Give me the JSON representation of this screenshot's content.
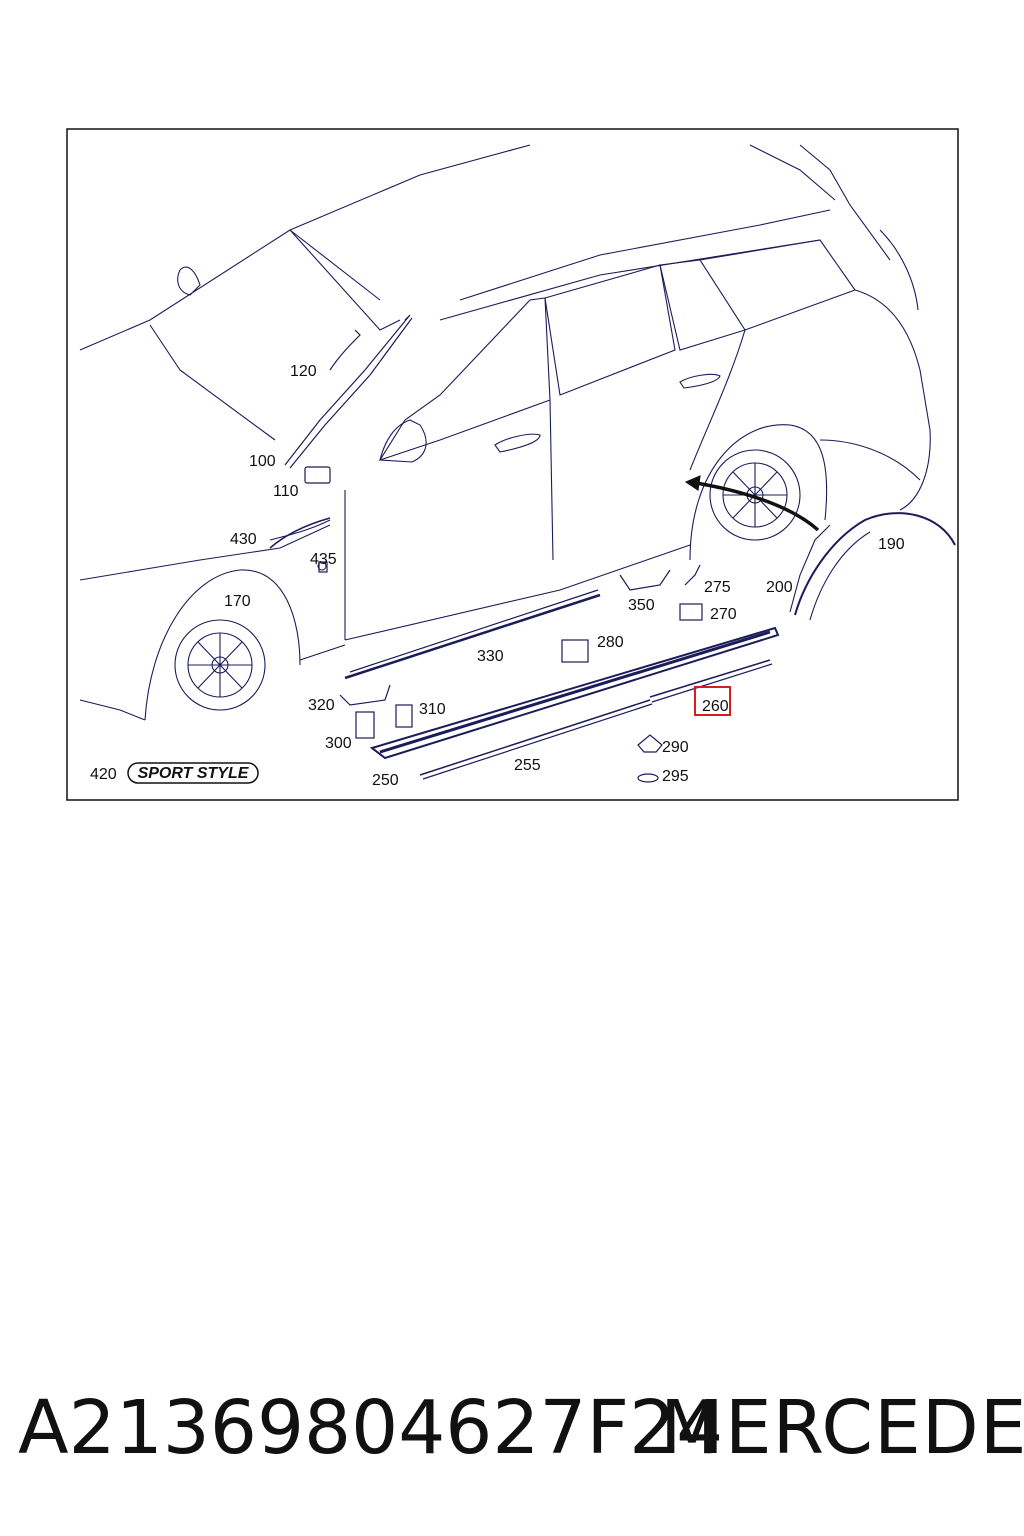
{
  "diagram": {
    "callouts": {
      "c120": "120",
      "c100": "100",
      "c110": "110",
      "c430": "430",
      "c435": "435",
      "c170": "170",
      "c190": "190",
      "c200": "200",
      "c275": "275",
      "c270": "270",
      "c350": "350",
      "c280": "280",
      "c330": "330",
      "c320": "320",
      "c310": "310",
      "c300": "300",
      "c250": "250",
      "c255": "255",
      "c260": "260",
      "c290": "290",
      "c295": "295",
      "c420": "420"
    },
    "emblem_text": "SPORT STYLE",
    "highlight_color": "#d21f1f",
    "line_color": "#1c1c5a"
  },
  "footer": {
    "part_number": "A21369804627F24",
    "brand": "MERCEDES"
  }
}
